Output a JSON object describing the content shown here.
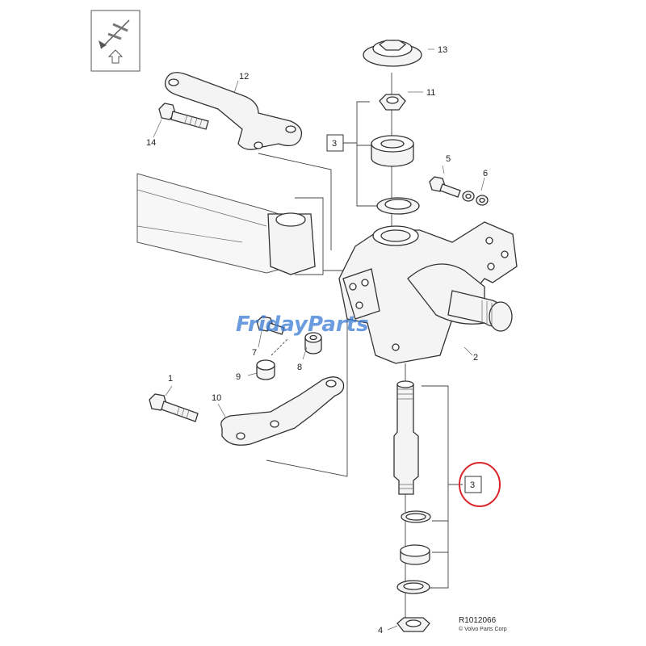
{
  "diagram": {
    "callouts": [
      "1",
      "2",
      "3",
      "4",
      "5",
      "6",
      "7",
      "8",
      "9",
      "10",
      "11",
      "12",
      "13",
      "14"
    ],
    "group_boxes": [
      {
        "label": "3"
      },
      {
        "label": "3"
      }
    ],
    "reference_code": "R1012066",
    "copyright": "© Volvo Parts Corp",
    "watermark": "FridayParts",
    "highlight_color": "#d9262a",
    "watermark_color": "#3a7bd5"
  }
}
